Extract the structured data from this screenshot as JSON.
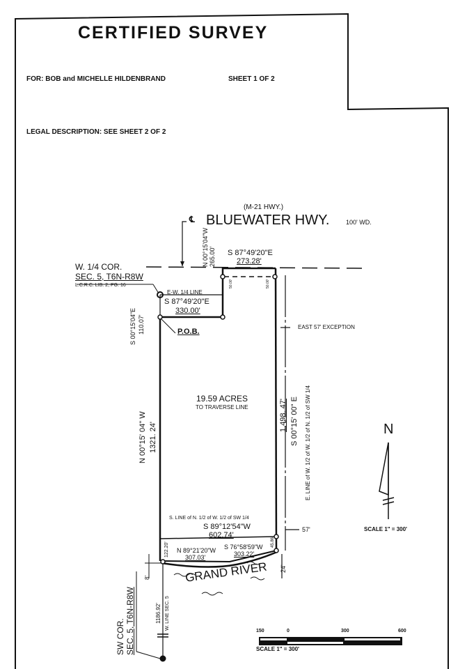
{
  "document": {
    "title": "CERTIFIED SURVEY",
    "for_label": "FOR:  BOB and MICHELLE HILDENBRAND",
    "sheet": "SHEET 1 OF 2",
    "legal_description": "LEGAL DESCRIPTION: SEE SHEET 2 OF 2"
  },
  "road": {
    "alt_name": "(M-21 HWY.)",
    "centerline_symbol": "℄",
    "name": "BLUEWATER HWY.",
    "width": "100' WD."
  },
  "corners": {
    "w_quarter": {
      "line1": "W. 1/4 COR.",
      "line2": "SEC. 5, T6N-R8W",
      "line3": "L.C.R.C. LIB. 2, PG. 16"
    },
    "sw": {
      "line1": "SW COR.",
      "line2": "SEC. 5, T6N-R8W"
    },
    "pob": "P.O.B."
  },
  "calls": {
    "north_offset_bearing": "N 00°15'04\"W",
    "north_offset_distance": "265.00'",
    "top_bearing": "S 87°49'20\"E",
    "top_distance": "273.28'",
    "ew_line": "E-W. 1/4 LINE",
    "west_jog_bearing": "S 87°49'20\"E",
    "west_jog_distance": "330.00'",
    "sw_offset_bearing": "S 00°15'04\"E",
    "sw_offset_distance": "110.07'",
    "west_bearing": "N 00°15' 04\" W",
    "west_distance": "1321. 24'",
    "east_distance": "1,498. 47'",
    "east_bearing": "S 00°15' 00\" E",
    "east_line_desc": "E. LINE of W. 1/2 of W. 1/2 of N. 1/2 of SW 1/4",
    "east_exception": "EAST 57' EXCEPTION",
    "south_line_desc": "S. LINE of N. 1/2 of W. 1/2 of SW 1/4",
    "south_bearing": "S 89°12'54\"W",
    "south_distance": "602.74'",
    "west_river_distance": "122.20'",
    "traverse1_bearing": "N 89°21'20\"W",
    "traverse1_distance": "307.03'",
    "traverse2_bearing": "S 76°58'59\"W",
    "traverse2_distance": "303.22'",
    "east_river_distance": "45.86'",
    "dim_57": "57'",
    "dim_24": "24'",
    "dim_8": "8'",
    "sw_distance": "1186.92'",
    "w_line": "W. LINE SEC. 5",
    "small_50_left": "50.00'",
    "small_50_right": "50.00'"
  },
  "parcel": {
    "area": "19.59 ACRES",
    "area_note": "TO TRAVERSE LINE"
  },
  "river": "GRAND RIVER",
  "north_arrow": {
    "label": "N",
    "scale": "SCALE  1\" = 300'"
  },
  "scale_bar": {
    "ticks": [
      "150",
      "0",
      "300",
      "600"
    ],
    "label": "SCALE  1\" = 300'"
  }
}
